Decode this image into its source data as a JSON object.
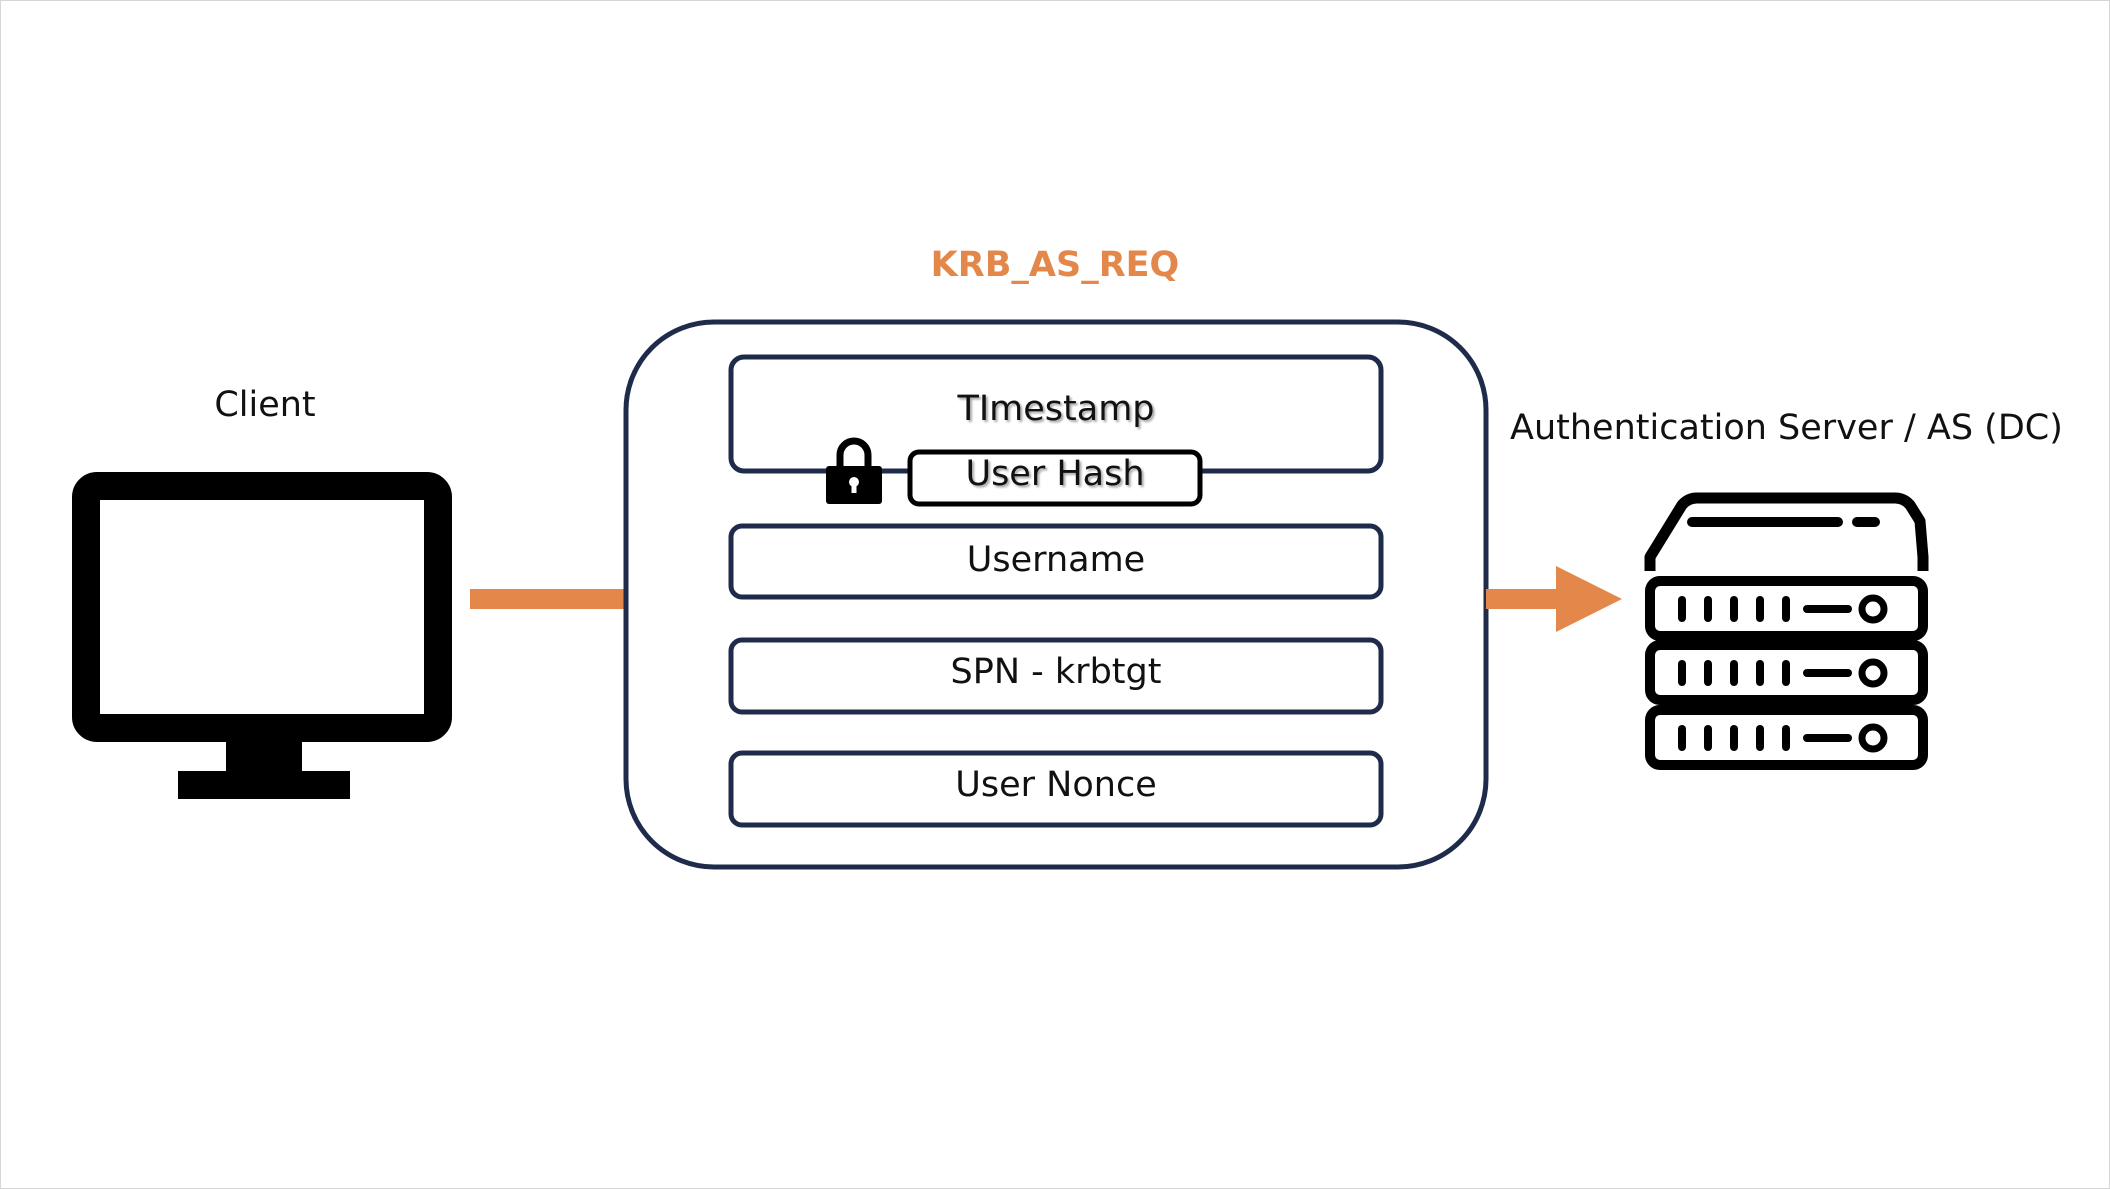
{
  "title": "KRB_AS_REQ",
  "client": {
    "label": "Client"
  },
  "server": {
    "label": "Authentication Server / AS (DC)"
  },
  "packet": {
    "fields": {
      "timestamp": "TImestamp",
      "user_hash": "User Hash",
      "username": "Username",
      "spn": "SPN - krbtgt",
      "nonce": "User Nonce"
    }
  },
  "colors": {
    "accent": "#E3874A",
    "outline": "#1F2B4B",
    "icon": "#000000"
  },
  "icons": [
    "monitor-icon",
    "lock-icon",
    "server-icon",
    "arrow-icon"
  ]
}
